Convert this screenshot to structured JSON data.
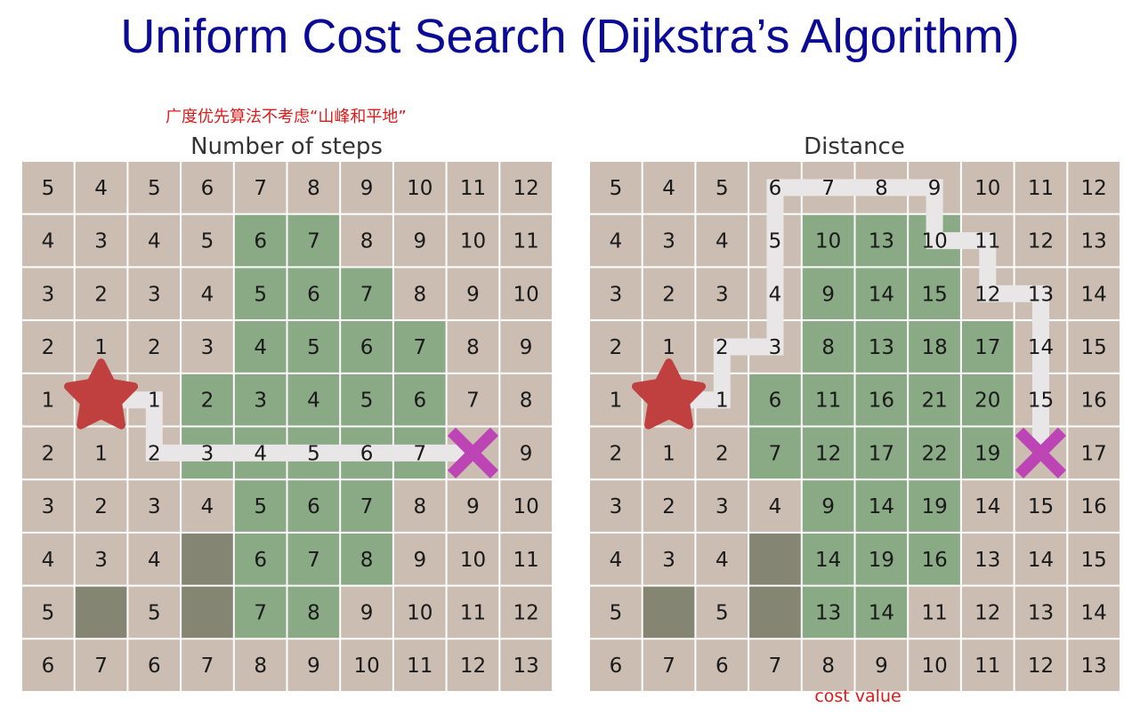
{
  "title": "Uniform Cost Search (Dijkstra’s Algorithm)",
  "note": "广度优先算法不考虑“山峰和平地”",
  "cost_label": "cost value",
  "colors": {
    "title": "#0a0a96",
    "note": "#e01818",
    "cell_plain": "#cbbdb2",
    "cell_green": "#8aaa86",
    "cell_wall": "#858574",
    "path": "#e8e6e6",
    "start_star": "#c04040",
    "goal_cross": "#bd44b5"
  },
  "grids": [
    {
      "title": "Number of steps",
      "values": [
        [
          "5",
          "4",
          "5",
          "6",
          "7",
          "8",
          "9",
          "10",
          "11",
          "12"
        ],
        [
          "4",
          "3",
          "4",
          "5",
          "6",
          "7",
          "8",
          "9",
          "10",
          "11"
        ],
        [
          "3",
          "2",
          "3",
          "4",
          "5",
          "6",
          "7",
          "8",
          "9",
          "10"
        ],
        [
          "2",
          "1",
          "2",
          "3",
          "4",
          "5",
          "6",
          "7",
          "8",
          "9"
        ],
        [
          "1",
          "",
          "1",
          "2",
          "3",
          "4",
          "5",
          "6",
          "7",
          "8"
        ],
        [
          "2",
          "1",
          "2",
          "3",
          "4",
          "5",
          "6",
          "7",
          "",
          "9"
        ],
        [
          "3",
          "2",
          "3",
          "4",
          "5",
          "6",
          "7",
          "8",
          "9",
          "10"
        ],
        [
          "4",
          "3",
          "4",
          "",
          "6",
          "7",
          "8",
          "9",
          "10",
          "11"
        ],
        [
          "5",
          "",
          "5",
          "",
          "7",
          "8",
          "9",
          "10",
          "11",
          "12"
        ],
        [
          "6",
          "7",
          "6",
          "7",
          "8",
          "9",
          "10",
          "11",
          "12",
          "13"
        ]
      ],
      "types": [
        "pppppppppp",
        "ppppggpppp",
        "ppppgggppp",
        "ppppggggpp",
        "pppgggggpp",
        "pppgggggpp",
        "ppppgggppp",
        "pppwgggppp",
        "pwpwggpppp",
        "pppppppppp"
      ],
      "path": [
        [
          4,
          1
        ],
        [
          4,
          2
        ],
        [
          5,
          2
        ],
        [
          5,
          3
        ],
        [
          5,
          4
        ],
        [
          5,
          5
        ],
        [
          5,
          6
        ],
        [
          5,
          7
        ],
        [
          5,
          8
        ]
      ],
      "start": [
        4,
        1
      ],
      "goal": [
        5,
        8
      ]
    },
    {
      "title": "Distance",
      "values": [
        [
          "5",
          "4",
          "5",
          "6",
          "7",
          "8",
          "9",
          "10",
          "11",
          "12"
        ],
        [
          "4",
          "3",
          "4",
          "5",
          "10",
          "13",
          "10",
          "11",
          "12",
          "13"
        ],
        [
          "3",
          "2",
          "3",
          "4",
          "9",
          "14",
          "15",
          "12",
          "13",
          "14"
        ],
        [
          "2",
          "1",
          "2",
          "3",
          "8",
          "13",
          "18",
          "17",
          "14",
          "15"
        ],
        [
          "1",
          "",
          "1",
          "6",
          "11",
          "16",
          "21",
          "20",
          "15",
          "16"
        ],
        [
          "2",
          "1",
          "2",
          "7",
          "12",
          "17",
          "22",
          "19",
          "",
          "17"
        ],
        [
          "3",
          "2",
          "3",
          "4",
          "9",
          "14",
          "19",
          "14",
          "15",
          "16"
        ],
        [
          "4",
          "3",
          "4",
          "",
          "14",
          "19",
          "16",
          "13",
          "14",
          "15"
        ],
        [
          "5",
          "",
          "5",
          "",
          "13",
          "14",
          "11",
          "12",
          "13",
          "14"
        ],
        [
          "6",
          "7",
          "6",
          "7",
          "8",
          "9",
          "10",
          "11",
          "12",
          "13"
        ]
      ],
      "types": [
        "pppppppppp",
        "ppppgggppp",
        "ppppgggppp",
        "ppppggggpp",
        "pppgggggpp",
        "pppgggggpp",
        "ppppgggppp",
        "pppwgggppp",
        "pwpwggpppp",
        "pppppppppp"
      ],
      "path": [
        [
          4,
          1
        ],
        [
          4,
          2
        ],
        [
          3,
          2
        ],
        [
          3,
          3
        ],
        [
          2,
          3
        ],
        [
          1,
          3
        ],
        [
          0,
          3
        ],
        [
          0,
          4
        ],
        [
          0,
          5
        ],
        [
          0,
          6
        ],
        [
          1,
          6
        ],
        [
          1,
          7
        ],
        [
          2,
          7
        ],
        [
          2,
          8
        ],
        [
          3,
          8
        ],
        [
          4,
          8
        ],
        [
          5,
          8
        ]
      ],
      "start": [
        4,
        1
      ],
      "goal": [
        5,
        8
      ]
    }
  ]
}
